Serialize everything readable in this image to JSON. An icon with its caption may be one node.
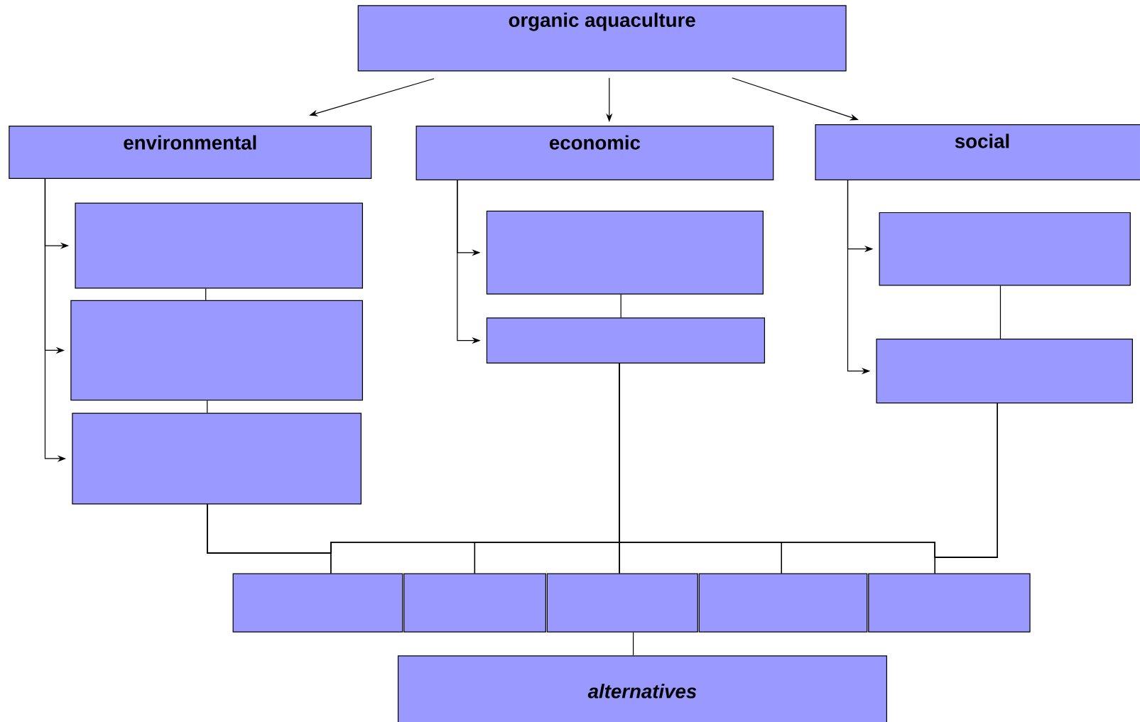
{
  "diagram": {
    "nodes": [
      {
        "text": [
          "organic aquaculture"
        ]
      },
      {
        "text": [
          "environmental"
        ]
      },
      {
        "text": [
          "economic"
        ]
      },
      {
        "text": [
          "social"
        ]
      },
      {
        "text": [],
        "shape": "box"
      },
      {
        "text": [],
        "shape": "box"
      },
      {
        "text": [],
        "shape": "box"
      },
      {
        "text": [],
        "shape": "box"
      },
      {
        "text": [],
        "shape": "box"
      },
      {
        "text": [],
        "shape": "box"
      },
      {
        "text": [],
        "shape": "box"
      },
      {
        "text": [],
        "shape": "box"
      },
      {
        "text": [],
        "shape": "box"
      },
      {
        "text": [],
        "shape": "box"
      },
      {
        "text": [],
        "shape": "box"
      },
      {
        "text": [],
        "shape": "box"
      },
      {
        "text": [
          "alternatives"
        ]
      }
    ],
    "edges": [
      {
        "from": 0,
        "to": 1,
        "arrow": "to"
      },
      {
        "from": 0,
        "to": 2,
        "arrow": "to"
      },
      {
        "from": 0,
        "to": 3,
        "arrow": "to"
      },
      {
        "from": 1,
        "to": 4,
        "arrow": "to"
      },
      {
        "from": 1,
        "to": 5,
        "arrow": "to"
      },
      {
        "from": 1,
        "to": 6,
        "arrow": "to"
      },
      {
        "from": 2,
        "to": 7,
        "arrow": "to"
      },
      {
        "from": 2,
        "to": 8,
        "arrow": "to"
      },
      {
        "from": 3,
        "to": 9,
        "arrow": "to"
      },
      {
        "from": 3,
        "to": 10,
        "arrow": "to"
      },
      {
        "from": 4,
        "to": 5,
        "arrow": "none"
      },
      {
        "from": 5,
        "to": 6,
        "arrow": "none"
      },
      {
        "from": 7,
        "to": 8,
        "arrow": "none"
      },
      {
        "from": 9,
        "to": 10,
        "arrow": "none"
      },
      {
        "from": 6,
        "to": 11,
        "arrow": "none"
      },
      {
        "from": 6,
        "to": 12,
        "arrow": "none"
      },
      {
        "from": 6,
        "to": 13,
        "arrow": "none"
      },
      {
        "from": 6,
        "to": 14,
        "arrow": "none"
      },
      {
        "from": 6,
        "to": 15,
        "arrow": "none"
      },
      {
        "from": 8,
        "to": 11,
        "arrow": "none"
      },
      {
        "from": 8,
        "to": 12,
        "arrow": "none"
      },
      {
        "from": 8,
        "to": 13,
        "arrow": "none"
      },
      {
        "from": 8,
        "to": 14,
        "arrow": "none"
      },
      {
        "from": 8,
        "to": 15,
        "arrow": "none"
      },
      {
        "from": 10,
        "to": 11,
        "arrow": "none"
      },
      {
        "from": 10,
        "to": 12,
        "arrow": "none"
      },
      {
        "from": 10,
        "to": 13,
        "arrow": "none"
      },
      {
        "from": 10,
        "to": 14,
        "arrow": "none"
      },
      {
        "from": 10,
        "to": 15,
        "arrow": "none"
      },
      {
        "from": 13,
        "to": 16,
        "arrow": "none"
      }
    ]
  }
}
